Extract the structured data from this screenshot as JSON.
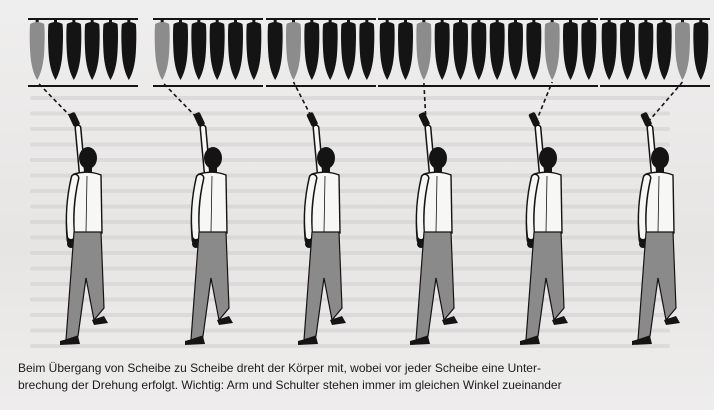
{
  "colors": {
    "ink": "#141414",
    "highlight_disc": "#8c8c8c",
    "trousers": "#8a8a8a",
    "shirt": "#f7f7f5",
    "bleed_text": "#cfcdcd"
  },
  "panels": [
    {
      "panel": 1,
      "highlighted_disc": 1,
      "discs": 6
    },
    {
      "panel": 2,
      "highlighted_disc": 1,
      "discs": 6
    },
    {
      "panel": 3,
      "highlighted_disc": 2,
      "discs": 6
    },
    {
      "panel": 4,
      "highlighted_disc": 3,
      "discs": 6
    },
    {
      "panel": 5,
      "highlighted_disc": 4,
      "discs": 6
    },
    {
      "panel": 6,
      "highlighted_disc": 5,
      "discs": 6
    }
  ],
  "caption": {
    "line1": "Beim Übergang von Scheibe zu Scheibe dreht der Körper mit, wobei vor jeder Scheibe eine Unter-",
    "line2": "brechung der Drehung erfolgt. Wichtig: Arm und Schulter stehen immer im gleichen Winkel zueinander"
  }
}
